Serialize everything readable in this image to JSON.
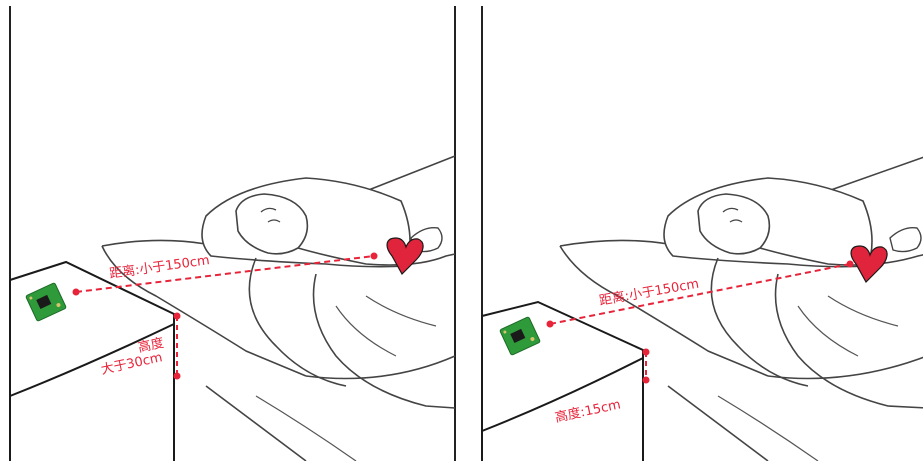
{
  "panels": [
    {
      "distance_label": "距离:小于150cm",
      "height_label_line1": "高度",
      "height_label_line2": "大于30cm"
    },
    {
      "distance_label": "距离:小于150cm",
      "height_label": "高度:15cm"
    }
  ],
  "colors": {
    "accent": "#e8243a",
    "heart": "#e0243c",
    "pcb": "#2f9a3a",
    "line_art": "#3a3a3a"
  }
}
